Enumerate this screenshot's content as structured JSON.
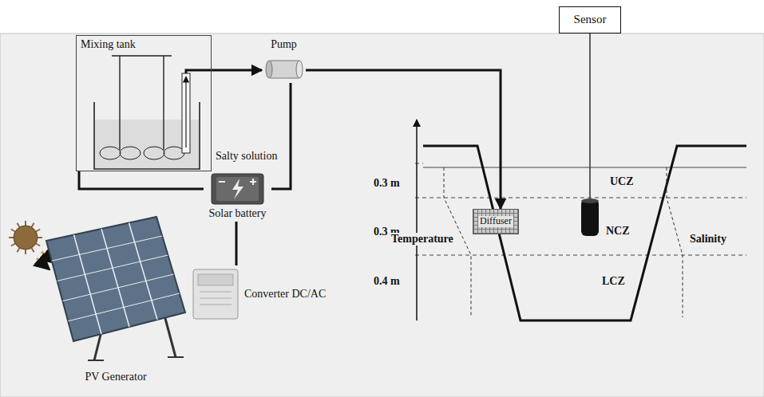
{
  "diagram": {
    "nodes": [
      {
        "text": [
          "Mixing tank"
        ]
      },
      {
        "text": [
          "Pump"
        ]
      },
      {
        "text": [
          "Sensor"
        ]
      },
      {
        "text": [
          "Solar battery"
        ]
      },
      {
        "text": [
          "Diffuser"
        ]
      },
      {
        "text": [
          "Converter DC/AC"
        ]
      },
      {
        "text": [
          "PV Generator"
        ]
      }
    ],
    "edges": [
      {
        "from": 0,
        "to": 1,
        "arrow": "to"
      },
      {
        "from": 1,
        "to": 4,
        "arrow": "to"
      },
      {
        "from": 3,
        "to": 1,
        "arrow": "none"
      },
      {
        "from": 0,
        "to": 3,
        "arrow": "none"
      },
      {
        "from": 3,
        "to": 5,
        "arrow": "none"
      }
    ],
    "labels": [
      "Salty solution",
      "0.3 m",
      "0.3 m",
      "0.4 m",
      "UCZ",
      "NCZ",
      "LCZ",
      "Temperature",
      "Salinity"
    ]
  }
}
